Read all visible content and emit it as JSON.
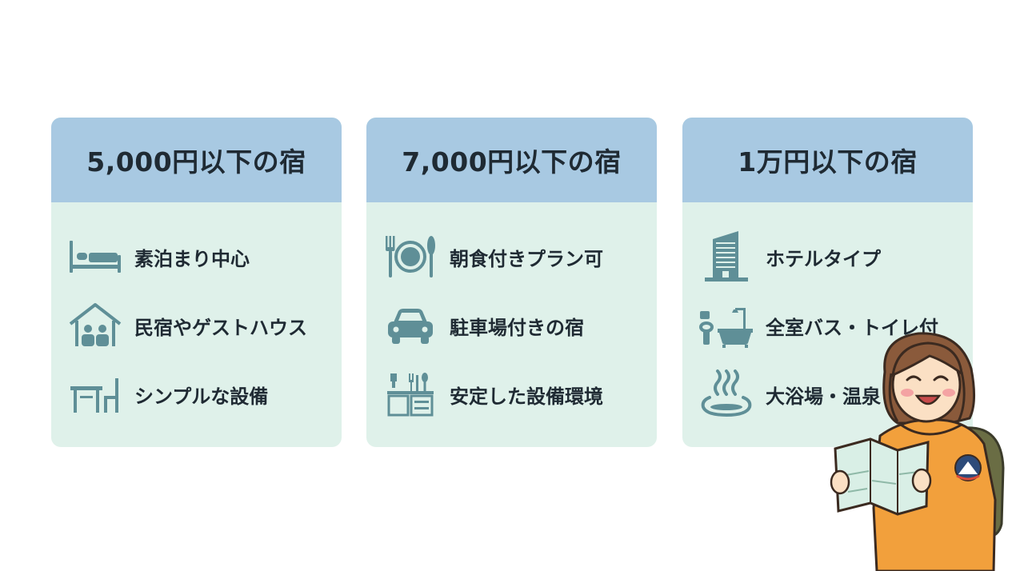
{
  "colors": {
    "card_body": "#dff1ea",
    "card_header": "#a8c9e2",
    "icon": "#5f8f97",
    "text": "#1f2a33"
  },
  "cards": [
    {
      "title": "5,000円以下の宿",
      "features": [
        {
          "label": "素泊まり中心",
          "icon": "bed-icon"
        },
        {
          "label": "民宿やゲストハウス",
          "icon": "house-people-icon"
        },
        {
          "label": "シンプルな設備",
          "icon": "table-chair-icon"
        }
      ]
    },
    {
      "title": "7,000円以下の宿",
      "features": [
        {
          "label": "朝食付きプラン可",
          "icon": "plate-cutlery-icon"
        },
        {
          "label": "駐車場付きの宿",
          "icon": "car-icon"
        },
        {
          "label": "安定した設備環境",
          "icon": "kitchen-icon"
        }
      ]
    },
    {
      "title": "1万円以下の宿",
      "features": [
        {
          "label": "ホテルタイプ",
          "icon": "hotel-building-icon"
        },
        {
          "label": "全室バス・トイレ付",
          "icon": "bath-toilet-icon"
        },
        {
          "label": "大浴場・温泉",
          "icon": "hot-spring-icon"
        }
      ]
    }
  ],
  "mascot": {
    "icon": "traveler-girl-with-map-illustration"
  }
}
